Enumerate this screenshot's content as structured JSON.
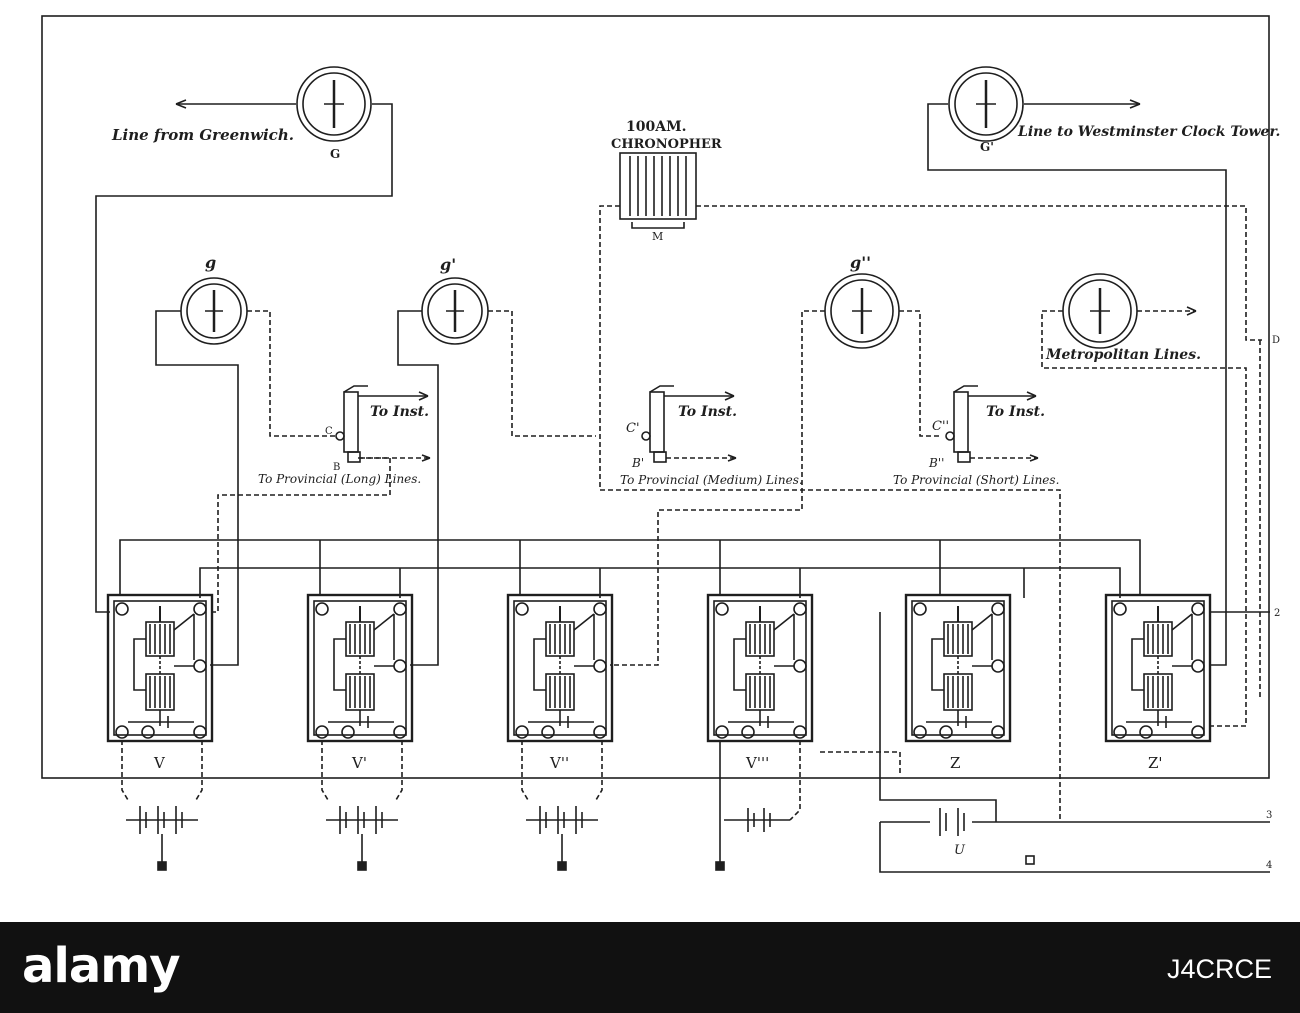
{
  "labels": {
    "line_from_greenwich": "Line from Greenwich.",
    "G": "G",
    "line_to_westminster": "Line to Westminster Clock Tower.",
    "G1": "G'",
    "chronopher_time": "100AM.",
    "chronopher": "CHRONOPHER",
    "M": "M",
    "g": "g",
    "g1": "g'",
    "g2": "g''",
    "metropolitan": "Metropolitan Lines.",
    "to_inst_1": "To Inst.",
    "to_inst_2": "To Inst.",
    "to_inst_3": "To Inst.",
    "c": "C",
    "c1": "C'",
    "c2": "C''",
    "b": "B",
    "b1": "B'",
    "b2": "B''",
    "provincial_long": "To Provincial (Long) Lines.",
    "provincial_medium": "To Provincial (Medium) Lines.",
    "provincial_short": "To Provincial (Short) Lines.",
    "relays": [
      "V",
      "V'",
      "V''",
      "V'''",
      "Z",
      "Z'"
    ],
    "battery_U": "U",
    "edge_2": "2",
    "edge_3": "3",
    "edge_4": "4",
    "edge_D": "D"
  },
  "footer": {
    "brand": "alamy",
    "image_id": "J4CRCE"
  },
  "colors": {
    "ink": "#1e1e1e",
    "footer_bg": "#111111",
    "footer_text": "#ffffff"
  }
}
